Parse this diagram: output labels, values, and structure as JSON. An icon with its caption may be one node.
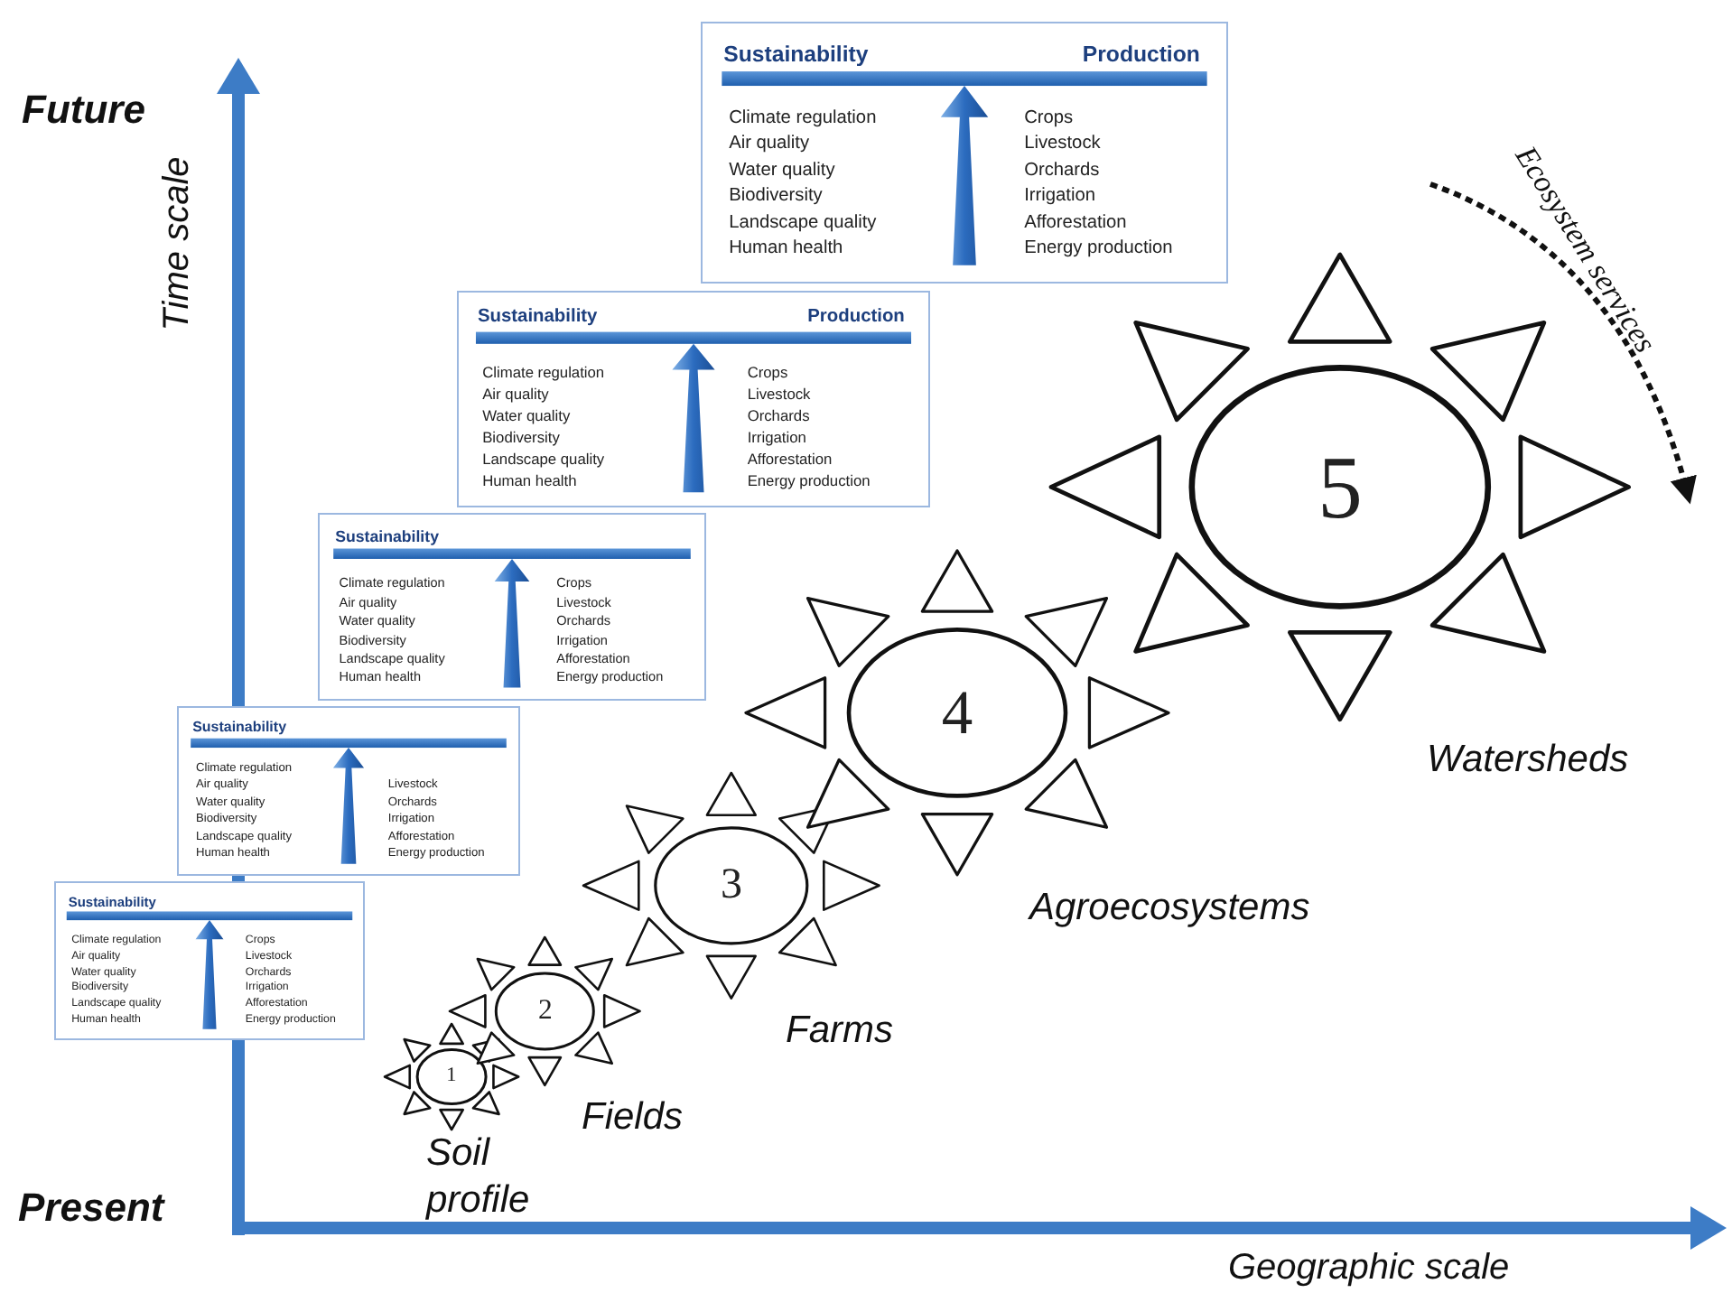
{
  "diagram": {
    "nodes": [
      {
        "text": [
          "Sustainability",
          "Climate regulation",
          "Air quality",
          "Water quality",
          "Biodiversity",
          "Landscape quality",
          "Human health",
          "Crops",
          "Livestock",
          "Orchards",
          "Irrigation",
          "Afforestation",
          "Energy production"
        ]
      },
      {
        "text": [
          "Sustainability",
          "Climate regulation",
          "Air quality",
          "Water quality",
          "Biodiversity",
          "Landscape quality",
          "Human health",
          "Livestock",
          "Orchards",
          "Irrigation",
          "Afforestation",
          "Energy production"
        ]
      },
      {
        "text": [
          "Sustainability",
          "Climate regulation",
          "Air quality",
          "Water quality",
          "Biodiversity",
          "Landscape quality",
          "Human health",
          "Crops",
          "Livestock",
          "Orchards",
          "Irrigation",
          "Afforestation",
          "Energy production"
        ]
      },
      {
        "text": [
          "Sustainability",
          "Production",
          "Climate regulation",
          "Air quality",
          "Water quality",
          "Biodiversity",
          "Landscape quality",
          "Human health",
          "Crops",
          "Livestock",
          "Orchards",
          "Irrigation",
          "Afforestation",
          "Energy production"
        ]
      },
      {
        "text": [
          "Sustainability",
          "Production",
          "Climate regulation",
          "Air quality",
          "Water quality",
          "Biodiversity",
          "Landscape quality",
          "Human health",
          "Crops",
          "Livestock",
          "Orchards",
          "Irrigation",
          "Afforestation",
          "Energy production"
        ]
      },
      {
        "text": [
          "1"
        ],
        "beside": [
          "Soil profile"
        ]
      },
      {
        "text": [
          "2"
        ],
        "beside": [
          "Fields"
        ]
      },
      {
        "text": [
          "3"
        ],
        "beside": [
          "Farms"
        ]
      },
      {
        "text": [
          "4"
        ],
        "beside": [
          "Agroecosystems"
        ]
      },
      {
        "text": [
          "5"
        ],
        "beside": [
          "Watersheds"
        ]
      }
    ],
    "labels": [
      "Future",
      "Time scale",
      "Ecosystem services",
      "Present",
      "Geographic scale"
    ]
  }
}
